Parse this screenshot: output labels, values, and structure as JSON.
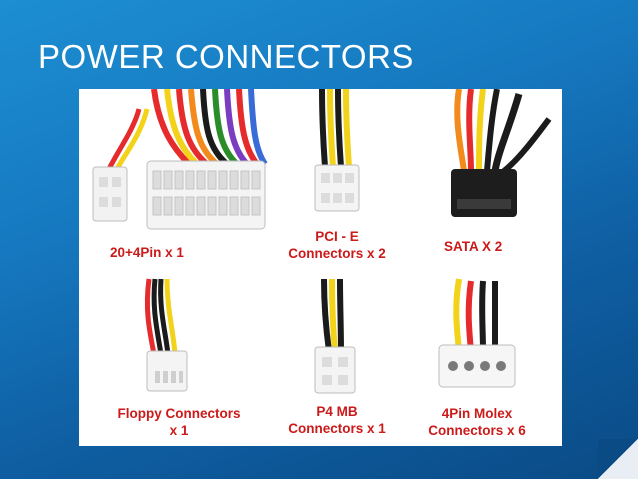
{
  "slide": {
    "title": "POWER CONNECTORS"
  },
  "colors": {
    "caption": "#cc1a1a",
    "background": "#1679c0",
    "title": "#ffffff"
  },
  "connectors": [
    {
      "id": "atx",
      "caption": "20+4Pin  x 1"
    },
    {
      "id": "pcie",
      "caption_line1": "PCI - E",
      "caption_line2": "Connectors x 2"
    },
    {
      "id": "sata",
      "caption": "SATA X 2"
    },
    {
      "id": "floppy",
      "caption_line1": "Floppy Connectors",
      "caption_line2": "x 1"
    },
    {
      "id": "p4",
      "caption_line1": "P4 MB",
      "caption_line2": "Connectors x 1"
    },
    {
      "id": "molex",
      "caption_line1": "4Pin Molex",
      "caption_line2": "Connectors x 6"
    }
  ]
}
